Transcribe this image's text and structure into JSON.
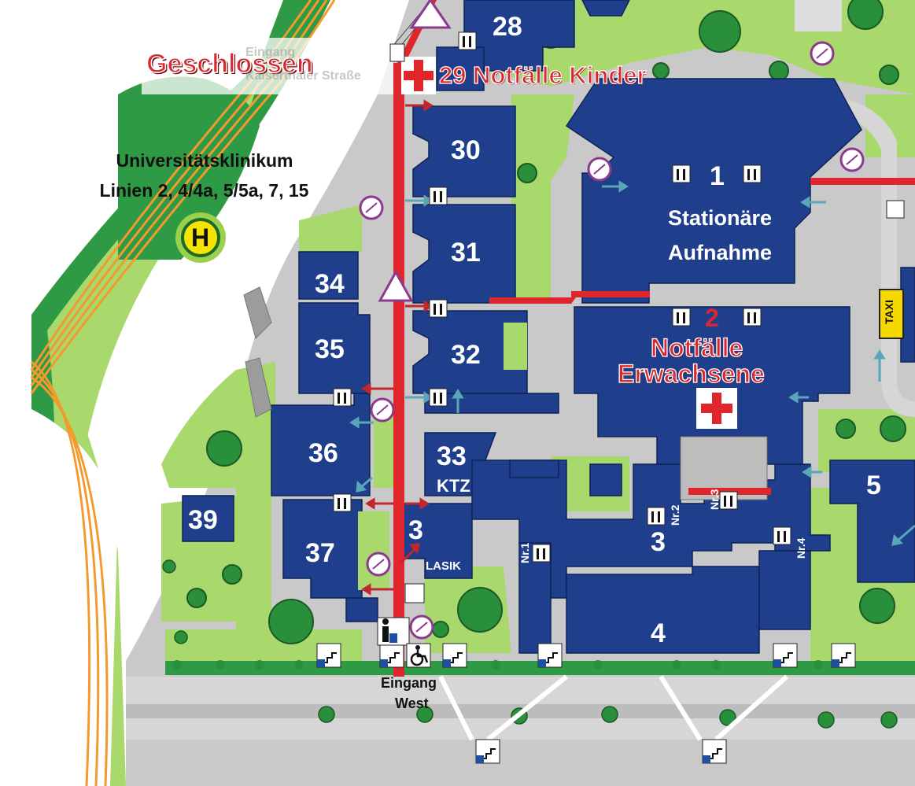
{
  "colors": {
    "building": "#1f3f8c",
    "route": "#e0262d",
    "lawn": "#a9d86c",
    "road": "#cccccc",
    "tram": "#f29a2e",
    "tree": "#2a8f3a",
    "background": "#ffffff"
  },
  "labels": {
    "closed": "Geschlossen",
    "emergency_children": "29 Notfälle Kinder",
    "emergency_adults_line1": "Notfälle",
    "emergency_adults_line2": "Erwachsene",
    "station_line1": "Universitätsklinikum",
    "station_line2": "Linien 2, 4/4a, 5/5a, 7, 15",
    "admission_line1": "Stationäre",
    "admission_line2": "Aufnahme",
    "entrance_line1": "Eingang",
    "entrance_line2": "West",
    "faded_line1": "Eingang",
    "faded_line2": "Kaiserthaler Straße",
    "taxi": "TAXI",
    "stop_symbol": "H",
    "ktz": "KTZ",
    "lasik": "LASIK"
  },
  "buildings": {
    "b1": "1",
    "b2": "2",
    "b3": "3",
    "b3_main": "3",
    "b4": "4",
    "b5": "5",
    "b28": "28",
    "b30": "30",
    "b31": "31",
    "b32": "32",
    "b33": "33",
    "b34": "34",
    "b35": "35",
    "b36": "36",
    "b37": "37",
    "b39": "39"
  },
  "entrances": {
    "nr1": "Nr.1",
    "nr2": "Nr.2",
    "nr3": "Nr.3",
    "nr4": "Nr.4"
  },
  "icons": [
    "elevator-icon",
    "stairs-icon",
    "parking-icon",
    "wheelchair-icon",
    "smoking-area-icon",
    "warning-icon",
    "red-cross-icon",
    "tram-stop-icon"
  ]
}
